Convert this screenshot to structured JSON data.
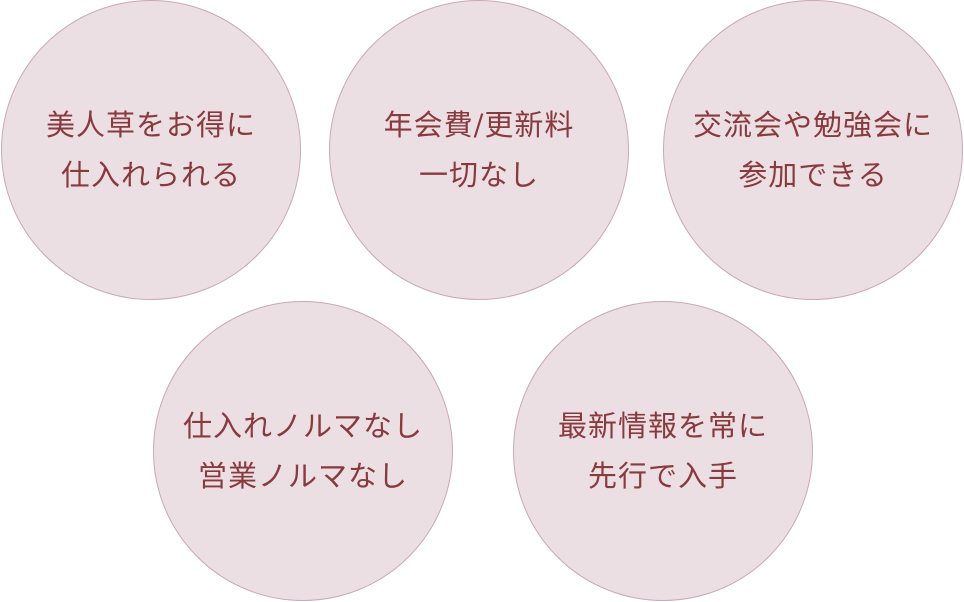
{
  "features": [
    {
      "lines": [
        "美人草をお得に",
        "仕入れられる"
      ]
    },
    {
      "lines": [
        "年会費/更新料",
        "一切なし"
      ]
    },
    {
      "lines": [
        "交流会や勉強会に",
        "参加できる"
      ]
    },
    {
      "lines": [
        "仕入れノルマなし",
        "営業ノルマなし"
      ]
    },
    {
      "lines": [
        "最新情報を常に",
        "先行で入手"
      ]
    }
  ],
  "colors": {
    "circle_fill": "#ecdfe3",
    "text": "#883a3e"
  }
}
